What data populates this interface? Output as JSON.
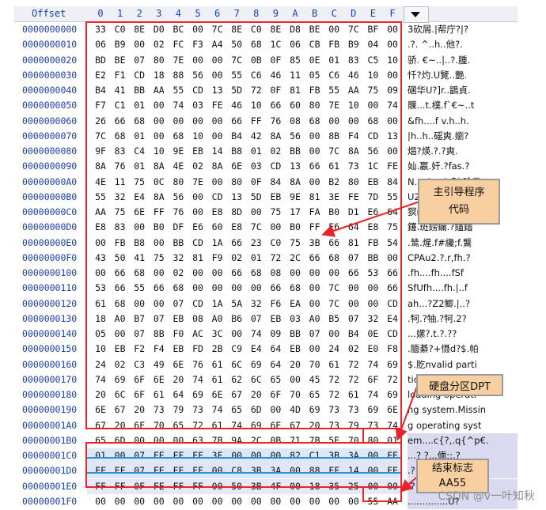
{
  "header": {
    "offset_label": "Offset",
    "columns": [
      "0",
      "1",
      "2",
      "3",
      "4",
      "5",
      "6",
      "7",
      "8",
      "9",
      "A",
      "B",
      "C",
      "D",
      "E",
      "F"
    ]
  },
  "rows": [
    {
      "offset": "0000000000",
      "bytes": [
        "33",
        "C0",
        "8E",
        "D0",
        "BC",
        "00",
        "7C",
        "8E",
        "C0",
        "8E",
        "D8",
        "BE",
        "00",
        "7C",
        "BF",
        "00"
      ],
      "text": "3砍屑.|帮庁?|?"
    },
    {
      "offset": "0000000010",
      "bytes": [
        "06",
        "B9",
        "00",
        "02",
        "FC",
        "F3",
        "A4",
        "50",
        "68",
        "1C",
        "06",
        "CB",
        "FB",
        "B9",
        "04",
        "00"
      ],
      "text": ".?.   ^..h..他?."
    },
    {
      "offset": "0000000020",
      "bytes": [
        "BD",
        "BE",
        "07",
        "80",
        "7E",
        "00",
        "00",
        "7C",
        "0B",
        "0F",
        "85",
        "0E",
        "01",
        "83",
        "C5",
        "10"
      ],
      "text": "骄. €~..|..?.腫."
    },
    {
      "offset": "0000000030",
      "bytes": [
        "E2",
        "F1",
        "CD",
        "18",
        "88",
        "56",
        "00",
        "55",
        "C6",
        "46",
        "11",
        "05",
        "C6",
        "46",
        "10",
        "00"
      ],
      "text": "忏?灼.U覽..艷."
    },
    {
      "offset": "0000000040",
      "bytes": [
        "B4",
        "41",
        "BB",
        "AA",
        "55",
        "CD",
        "13",
        "5D",
        "72",
        "0F",
        "81",
        "FB",
        "55",
        "AA",
        "75",
        "09"
      ],
      "text": "碅华U?]r..鶹貞."
    },
    {
      "offset": "0000000050",
      "bytes": [
        "F7",
        "C1",
        "01",
        "00",
        "74",
        "03",
        "FE",
        "46",
        "10",
        "66",
        "60",
        "80",
        "7E",
        "10",
        "00",
        "74"
      ],
      "text": "髁...t.樸.f`€~..t"
    },
    {
      "offset": "0000000060",
      "bytes": [
        "26",
        "66",
        "68",
        "00",
        "00",
        "00",
        "00",
        "66",
        "FF",
        "76",
        "08",
        "68",
        "00",
        "00",
        "68",
        "00"
      ],
      "text": "&fh....f  v.h..h."
    },
    {
      "offset": "0000000070",
      "bytes": [
        "7C",
        "68",
        "01",
        "00",
        "68",
        "10",
        "00",
        "B4",
        "42",
        "8A",
        "56",
        "00",
        "8B",
        "F4",
        "CD",
        "13"
      ],
      "text": "|h..h..磘爽.嬼?"
    },
    {
      "offset": "0000000080",
      "bytes": [
        "9F",
        "83",
        "C4",
        "10",
        "9E",
        "EB",
        "14",
        "B8",
        "01",
        "02",
        "BB",
        "00",
        "7C",
        "8A",
        "56",
        "00"
      ],
      "text": "焻?煐.?.?爽."
    },
    {
      "offset": "0000000090",
      "bytes": [
        "8A",
        "76",
        "01",
        "8A",
        "4E",
        "02",
        "8A",
        "6E",
        "03",
        "CD",
        "13",
        "66",
        "61",
        "73",
        "1C",
        "FE"
      ],
      "text": "奾.嬴.奷.?fas.?"
    },
    {
      "offset": "00000000A0",
      "bytes": [
        "4E",
        "11",
        "75",
        "0C",
        "80",
        "7E",
        "00",
        "80",
        "0F",
        "84",
        "8A",
        "00",
        "B2",
        "80",
        "EB",
        "84"
      ],
      "text": "N.u.€~.€.剨.瞼雱"
    },
    {
      "offset": "00000000B0",
      "bytes": [
        "55",
        "32",
        "E4",
        "8A",
        "56",
        "00",
        "CD",
        "13",
        "5D",
        "EB",
        "9E",
        "81",
        "3E",
        "FE",
        "7D",
        "55"
      ],
      "text": "U2鋳V.?]霝?﹠U"
    },
    {
      "offset": "00000000C0",
      "bytes": [
        "AA",
        "75",
        "6E",
        "FF",
        "76",
        "00",
        "E8",
        "8D",
        "00",
        "75",
        "17",
        "FA",
        "B0",
        "D1",
        "E6",
        "64"
      ],
      "text": "猽n v.鑽.u.鸢佯d"
    },
    {
      "offset": "00000000D0",
      "bytes": [
        "E8",
        "83",
        "00",
        "B0",
        "DF",
        "E6",
        "60",
        "E8",
        "7C",
        "00",
        "B0",
        "FF",
        "E6",
        "64",
        "E8",
        "75"
      ],
      "text": "鑳.斑鎊鑭.?鎑鑥"
    },
    {
      "offset": "00000000E0",
      "bytes": [
        "00",
        "FB",
        "B8",
        "00",
        "BB",
        "CD",
        "1A",
        "66",
        "23",
        "C0",
        "75",
        "3B",
        "66",
        "81",
        "FB",
        "54"
      ],
      "text": ".鸶.煋.f#纔;f.鸗"
    },
    {
      "offset": "00000000F0",
      "bytes": [
        "43",
        "50",
        "41",
        "75",
        "32",
        "81",
        "F9",
        "02",
        "01",
        "72",
        "2C",
        "66",
        "68",
        "07",
        "BB",
        "00"
      ],
      "text": "CPAu2.?.r,fh.?"
    },
    {
      "offset": "0000000100",
      "bytes": [
        "00",
        "66",
        "68",
        "00",
        "02",
        "00",
        "00",
        "66",
        "68",
        "08",
        "00",
        "00",
        "00",
        "66",
        "53",
        "66"
      ],
      "text": ".fh....fh....fSf"
    },
    {
      "offset": "0000000110",
      "bytes": [
        "53",
        "66",
        "55",
        "66",
        "68",
        "00",
        "00",
        "00",
        "00",
        "66",
        "68",
        "00",
        "7C",
        "00",
        "00",
        "66"
      ],
      "text": "SfUfh....fh.|..f"
    },
    {
      "offset": "0000000120",
      "bytes": [
        "61",
        "68",
        "00",
        "00",
        "07",
        "CD",
        "1A",
        "5A",
        "32",
        "F6",
        "EA",
        "00",
        "7C",
        "00",
        "00",
        "CD"
      ],
      "text": "ah...?Z2鲫.|..?"
    },
    {
      "offset": "0000000130",
      "bytes": [
        "18",
        "A0",
        "B7",
        "07",
        "EB",
        "08",
        "A0",
        "B6",
        "07",
        "EB",
        "03",
        "A0",
        "B5",
        "07",
        "32",
        "E4"
      ],
      "text": ".牱.?牰.?牱.2?"
    },
    {
      "offset": "0000000140",
      "bytes": [
        "05",
        "00",
        "07",
        "8B",
        "F0",
        "AC",
        "3C",
        "00",
        "74",
        "09",
        "BB",
        "07",
        "00",
        "B4",
        "0E",
        "CD"
      ],
      "text": "...嫘?.t.?.??"
    },
    {
      "offset": "0000000150",
      "bytes": [
        "10",
        "EB",
        "F2",
        "F4",
        "EB",
        "FD",
        "2B",
        "C9",
        "E4",
        "64",
        "EB",
        "00",
        "24",
        "02",
        "E0",
        "F8"
      ],
      "text": ".腼綦?+慑d?$.帕"
    },
    {
      "offset": "0000000160",
      "bytes": [
        "24",
        "02",
        "C3",
        "49",
        "6E",
        "76",
        "61",
        "6C",
        "69",
        "64",
        "20",
        "70",
        "61",
        "72",
        "74",
        "69"
      ],
      "text": "$.肐nvalid parti"
    },
    {
      "offset": "0000000170",
      "bytes": [
        "74",
        "69",
        "6F",
        "6E",
        "20",
        "74",
        "61",
        "62",
        "6C",
        "65",
        "00",
        "45",
        "72",
        "72",
        "6F",
        "72"
      ],
      "text": "tion table.Error"
    },
    {
      "offset": "0000000180",
      "bytes": [
        "20",
        "6C",
        "6F",
        "61",
        "64",
        "69",
        "6E",
        "67",
        "20",
        "6F",
        "70",
        "65",
        "72",
        "61",
        "74",
        "69"
      ],
      "text": " loading operati"
    },
    {
      "offset": "0000000190",
      "bytes": [
        "6E",
        "67",
        "20",
        "73",
        "79",
        "73",
        "74",
        "65",
        "6D",
        "00",
        "4D",
        "69",
        "73",
        "73",
        "69",
        "6E"
      ],
      "text": "ng system.Missin"
    },
    {
      "offset": "00000001A0",
      "bytes": [
        "67",
        "20",
        "6F",
        "70",
        "65",
        "72",
        "61",
        "74",
        "69",
        "6E",
        "67",
        "20",
        "73",
        "79",
        "73",
        "74"
      ],
      "text": "g operating syst"
    },
    {
      "offset": "00000001B0",
      "bytes": [
        "65",
        "6D",
        "00",
        "00",
        "00",
        "63",
        "7B",
        "9A",
        "2C",
        "0B",
        "71",
        "7B",
        "5E",
        "70",
        "80",
        "01"
      ],
      "text": "em....c{?,.q{^p€."
    },
    {
      "offset": "00000001C0",
      "bytes": [
        "01",
        "00",
        "07",
        "FE",
        "FF",
        "FF",
        "3F",
        "00",
        "00",
        "00",
        "82",
        "C1",
        "3B",
        "3A",
        "00",
        "FE"
      ],
      "text": "...?  ?...偭;:.?"
    },
    {
      "offset": "00000001D0",
      "bytes": [
        "FF",
        "FF",
        "07",
        "FE",
        "FF",
        "FF",
        "00",
        "C8",
        "3B",
        "3A",
        "00",
        "88",
        "FF",
        "14",
        "00",
        "FE"
      ],
      "text": "  .?  .?:.?.?"
    },
    {
      "offset": "00000001E0",
      "bytes": [
        "FF",
        "FF",
        "0F",
        "FE",
        "FF",
        "FF",
        "00",
        "50",
        "3B",
        "4F",
        "00",
        "18",
        "35",
        "25",
        "00",
        "00"
      ],
      "text": "  .?  .P;O..5%.."
    },
    {
      "offset": "00000001F0",
      "bytes": [
        "00",
        "00",
        "00",
        "00",
        "00",
        "00",
        "00",
        "00",
        "00",
        "00",
        "00",
        "00",
        "00",
        "00",
        "55",
        "AA"
      ],
      "text": "..............U?"
    }
  ],
  "annotations": {
    "boot_code": "主引导程序代码",
    "partition_table": "硬盘分区DPT",
    "end_marker": "结束标志AA55"
  },
  "watermark": "CSDN @v一叶知秋",
  "colors": {
    "box": "#e8242a",
    "callout": "#f7cfa1",
    "offset_text": "#1a3fae",
    "blue_line": "#2a8fd8"
  }
}
